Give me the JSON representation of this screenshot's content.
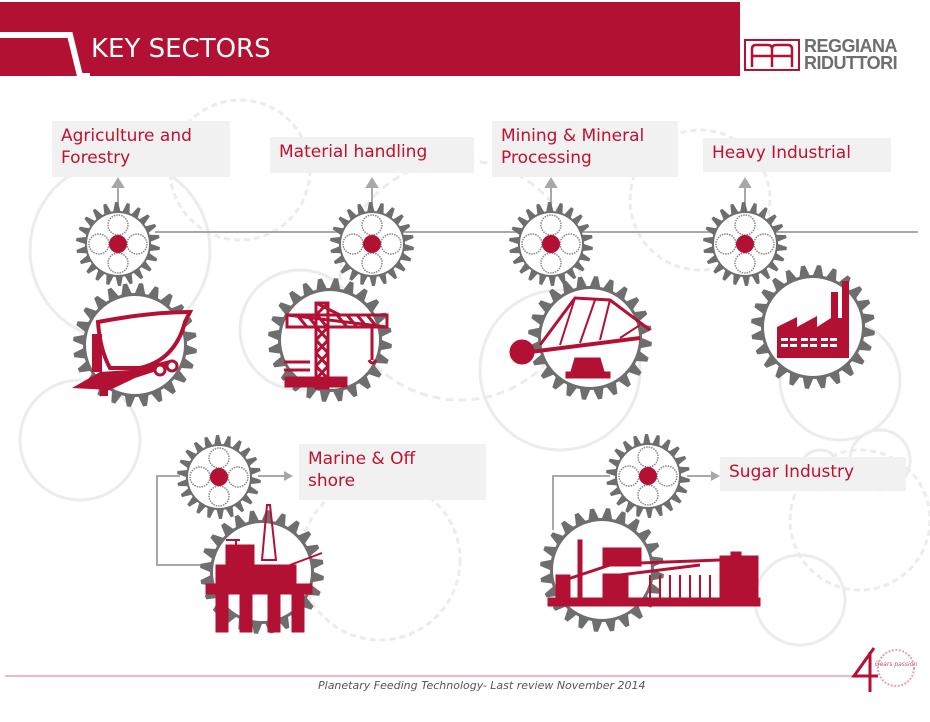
{
  "header": {
    "title": "KEY SECTORS",
    "brand_color": "#b31134"
  },
  "logo": {
    "line1": "REGGIANA",
    "line2": "RIDUTTORI"
  },
  "sectors": [
    {
      "label_line1": "Agriculture and",
      "label_line2": "Forestry",
      "icon": "feed-mixer-wagon-icon"
    },
    {
      "label_line1": "Material handling",
      "label_line2": "",
      "icon": "tower-crane-icon"
    },
    {
      "label_line1": "Mining & Mineral",
      "label_line2": "Processing",
      "icon": "bucket-wheel-excavator-icon"
    },
    {
      "label_line1": "Heavy Industrial",
      "label_line2": "",
      "icon": "factory-icon"
    },
    {
      "label_line1": "Marine & Off",
      "label_line2": "shore",
      "icon": "offshore-platform-icon"
    },
    {
      "label_line1": "Sugar Industry",
      "label_line2": "",
      "icon": "sugar-plant-icon"
    }
  ],
  "footer": {
    "text": "Planetary Feeding Technology- Last review November  2014",
    "badge_number": "4",
    "badge_text": "Gears passion"
  },
  "colors": {
    "accent": "#b31134",
    "gear": "#6e6e6e",
    "label_bg": "#f1f1f1",
    "label_text": "#c0112f"
  }
}
